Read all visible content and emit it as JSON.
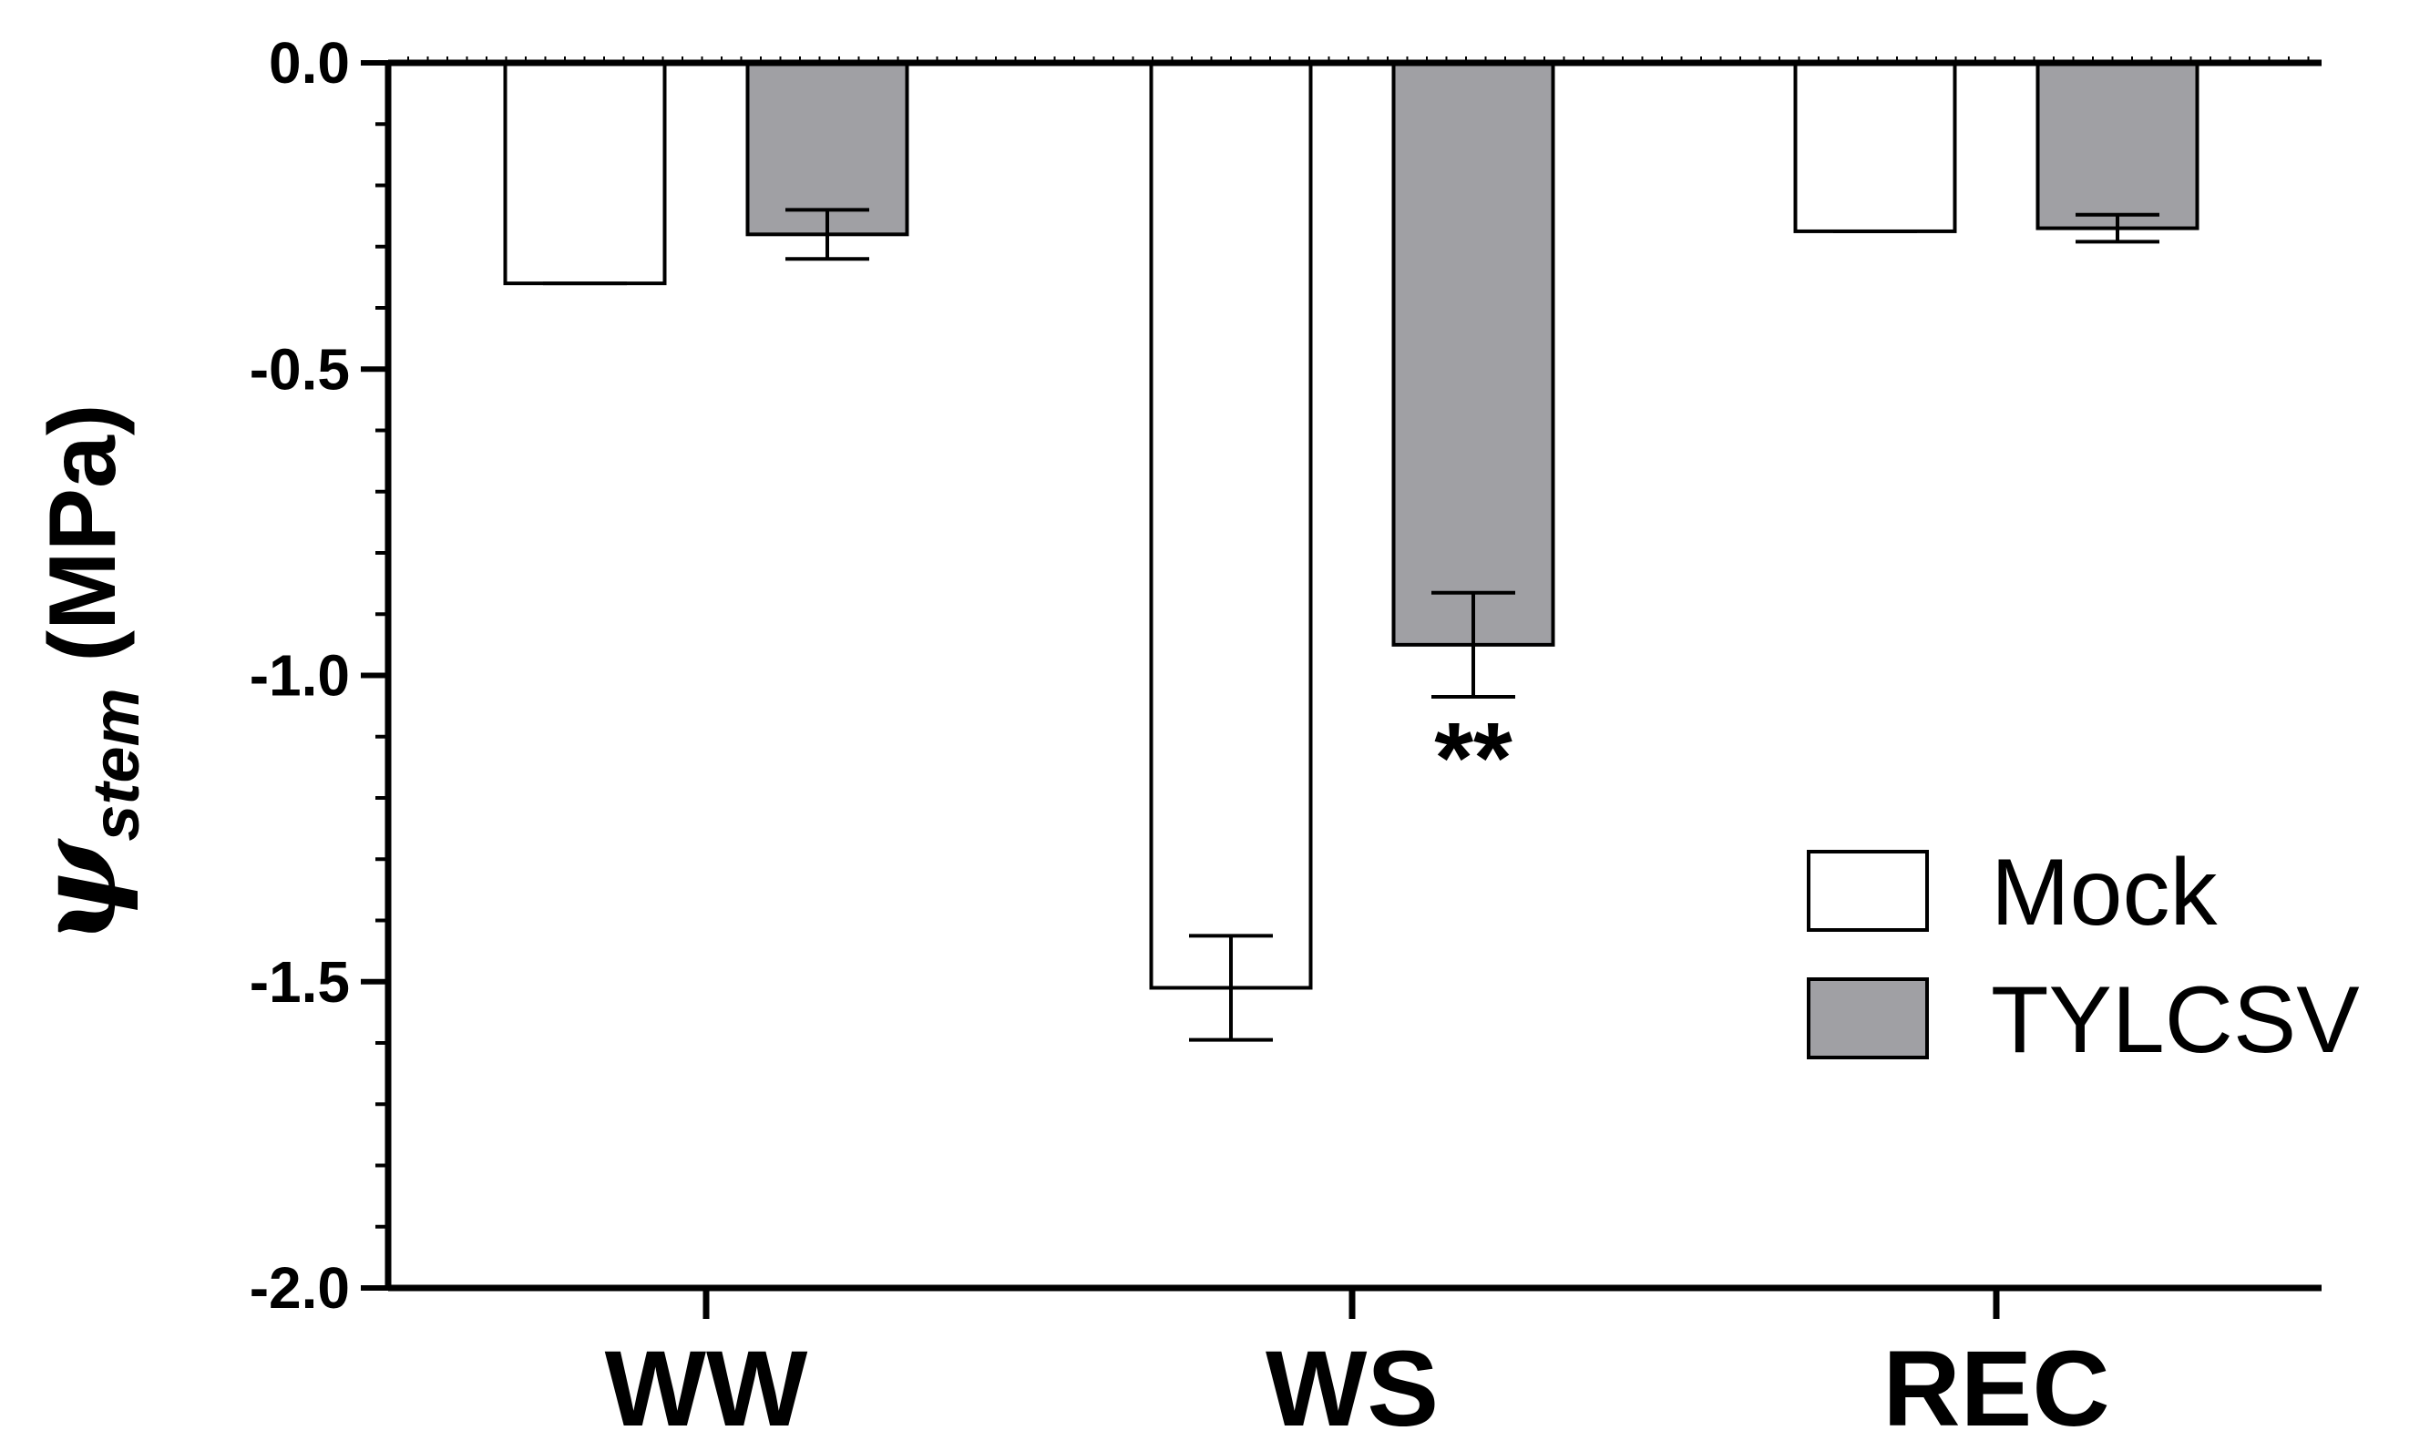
{
  "chart_data": {
    "type": "bar",
    "categories": [
      "WW",
      "WS",
      "REC"
    ],
    "series": [
      {
        "name": "Mock",
        "values": [
          -0.36,
          -1.51,
          -0.275
        ],
        "errors": [
          0.0,
          0.085,
          0.0
        ],
        "color": "#ffffff"
      },
      {
        "name": "TYLCSV",
        "values": [
          -0.28,
          -0.95,
          -0.27
        ],
        "errors": [
          0.04,
          0.085,
          0.022
        ],
        "color": "#a0a0a4"
      }
    ],
    "ylabel": {
      "symbol": "ψ",
      "subscript": "stem",
      "unit": "(MPa)"
    },
    "xlabel": "",
    "ylim": [
      -2.0,
      0.0
    ],
    "yticks": [
      "0.0",
      "-0.5",
      "-1.0",
      "-1.5",
      "-2.0"
    ],
    "ytick_values": [
      0.0,
      -0.5,
      -1.0,
      -1.5,
      -2.0
    ],
    "minor_ytick_step": 0.1,
    "grid": false,
    "legend_position": "right",
    "annotations": [
      {
        "text": "**",
        "category": "WS",
        "series": "TYLCSV"
      }
    ]
  }
}
